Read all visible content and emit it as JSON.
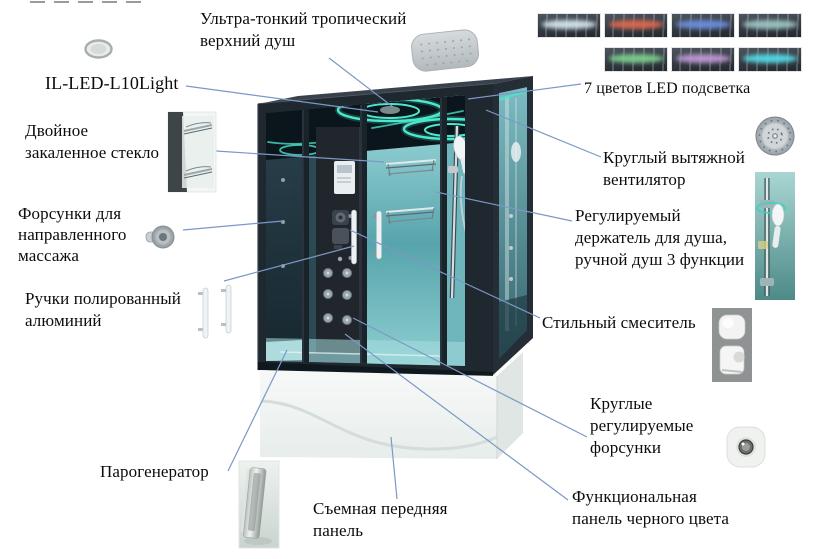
{
  "callouts": {
    "top_shower": "Ультра-тонкий тропический\nверхний душ",
    "led_light_model": "IL-LED-L10Light",
    "double_glass": "Двойное\nзакаленное стекло",
    "massage_jets": "Форсунки для\nнаправленного\nмассажа",
    "handles": "Ручки полированный\nалюминий",
    "steam_generator": "Парогенератор",
    "removable_front_panel": "Съемная передняя\nпанель",
    "exhaust_fan": "Круглый вытяжной\nвентилятор",
    "shower_holder": "Регулируемый\nдержатель для душа,\nручной душ 3 функции",
    "mixer": "Стильный смеситель",
    "round_jets": "Круглые\nрегулируемые\nфорсунки",
    "black_panel": "Функциональная\nпанель черного цвета"
  },
  "led_variants": {
    "caption": "7 цветов LED подсветка",
    "items": [
      {
        "name": "white",
        "color": "#d8e8f0"
      },
      {
        "name": "red",
        "color": "#e06a50"
      },
      {
        "name": "blue",
        "color": "#6f8fe0"
      },
      {
        "name": "aqua",
        "color": "#9fc8c4"
      },
      {
        "name": "green",
        "color": "#7fd090"
      },
      {
        "name": "purple",
        "color": "#c09ad6"
      },
      {
        "name": "cyan",
        "color": "#55dde8"
      }
    ]
  },
  "colors": {
    "leader_line": "#7b98c6",
    "led_glow": "#4be8cc",
    "glass_teal": "#6fb6bc",
    "tub_white": "#f5f8f6"
  }
}
